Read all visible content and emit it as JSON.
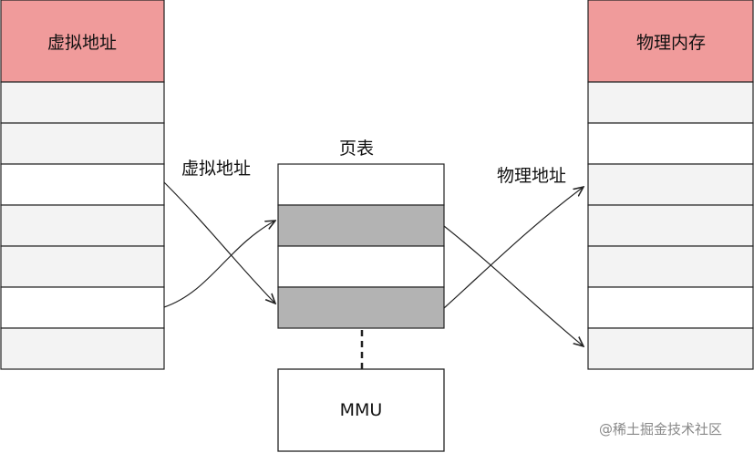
{
  "virtual_memory": {
    "header": "虚拟地址",
    "rows": [
      "gray",
      "gray",
      "white",
      "gray",
      "gray",
      "white",
      "gray"
    ]
  },
  "physical_memory": {
    "header": "物理内存",
    "rows": [
      "gray",
      "white",
      "gray",
      "gray",
      "gray",
      "white",
      "gray"
    ]
  },
  "page_table": {
    "title": "页表",
    "rows": [
      "white",
      "gray",
      "white",
      "gray"
    ]
  },
  "mmu": {
    "label": "MMU"
  },
  "labels": {
    "virtual_address": "虚拟地址",
    "physical_address": "物理地址"
  },
  "watermark": "@稀土掘金技术社区",
  "colors": {
    "header": "#f09b9b",
    "row_gray": "#f3f3f3",
    "pt_gray": "#b3b3b3",
    "stroke": "#222222"
  }
}
